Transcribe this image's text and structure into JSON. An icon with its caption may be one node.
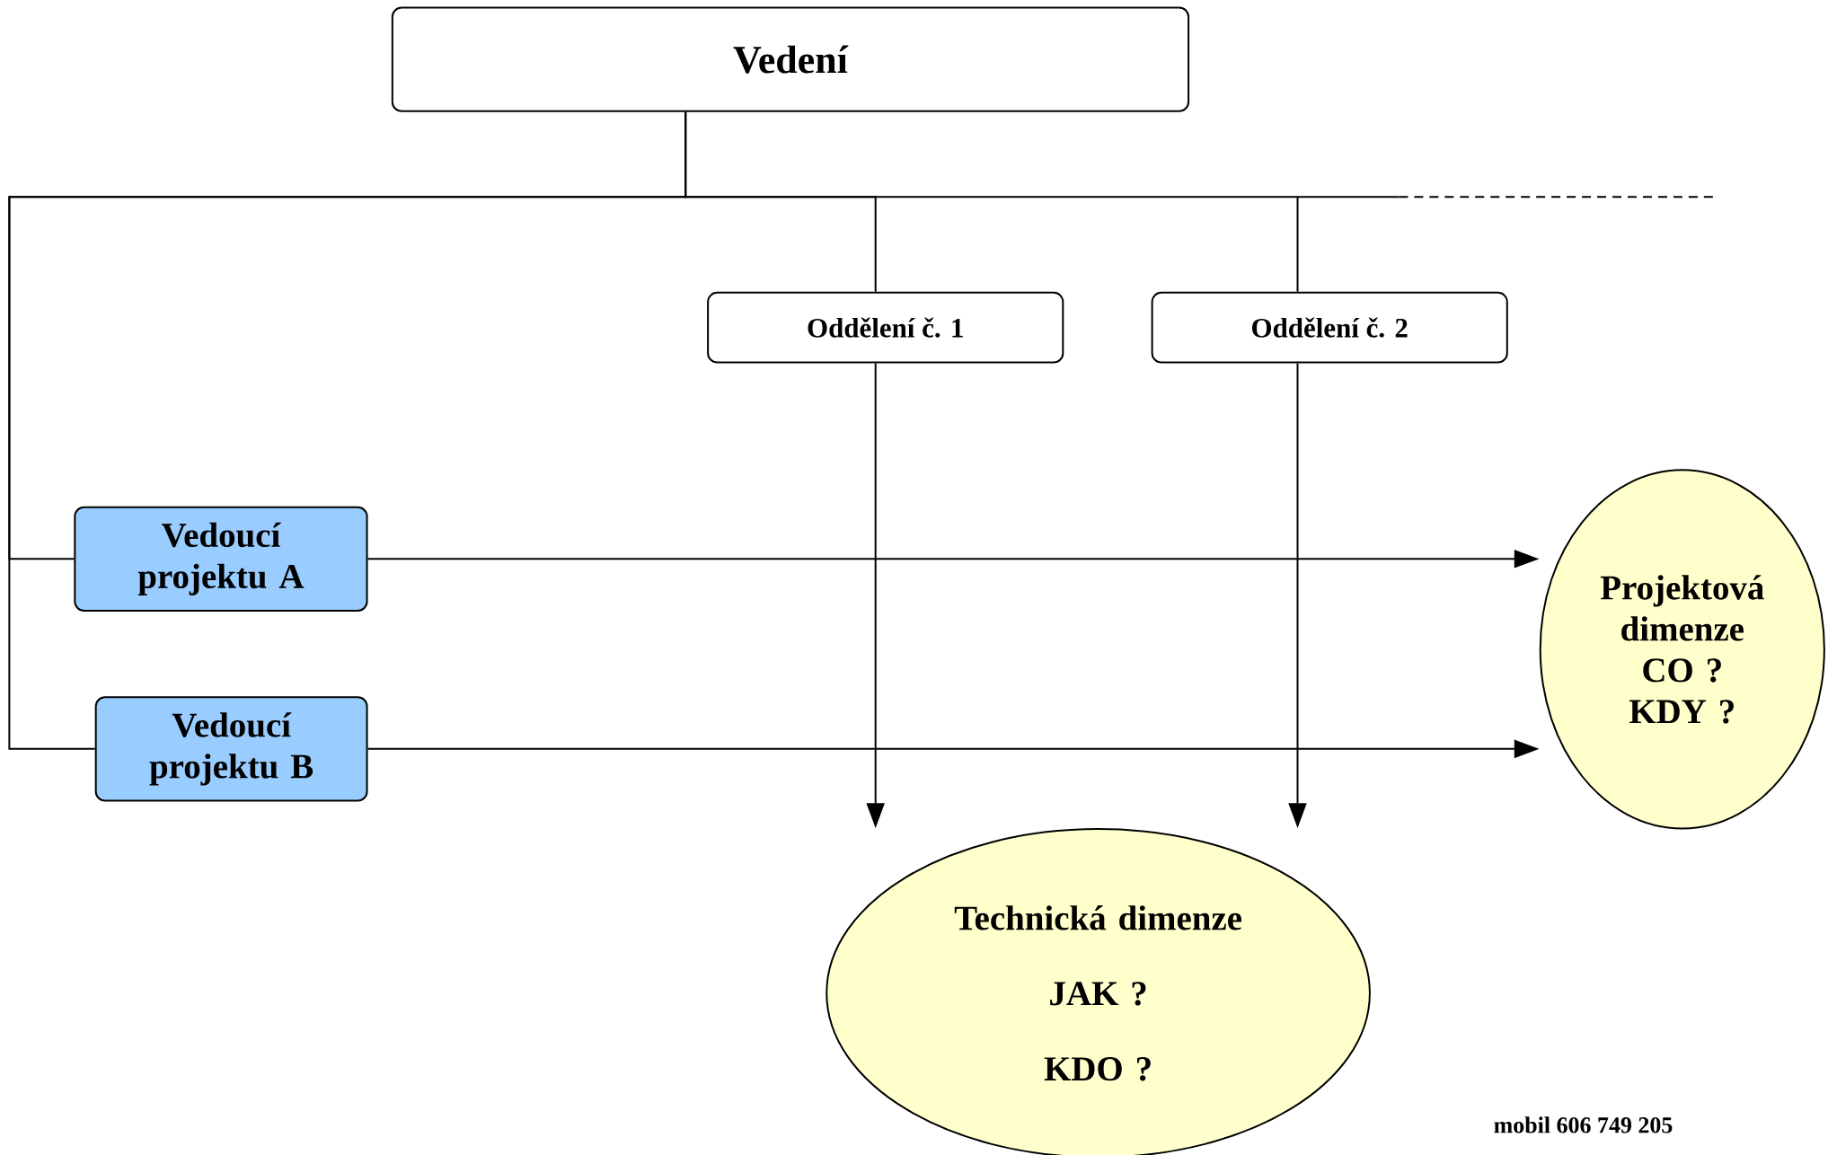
{
  "diagram": {
    "nodes": [
      {
        "text": [
          "Vedení"
        ]
      },
      {
        "text": [
          "Oddělení č. 1"
        ]
      },
      {
        "text": [
          "Oddělení č. 2"
        ]
      },
      {
        "text": [
          "Vedoucí projektu A"
        ]
      },
      {
        "text": [
          "Vedoucí projektu B"
        ]
      },
      {
        "text": [
          "Projektová dimenze",
          "CO ?",
          "KDY ?"
        ]
      },
      {
        "text": [
          "Technická dimenze",
          "JAK ?",
          "KDO ?"
        ]
      }
    ],
    "edges": [
      {
        "from": 0,
        "to": 1,
        "arrow": "none"
      },
      {
        "from": 0,
        "to": 2,
        "arrow": "none"
      },
      {
        "from": 0,
        "to": 3,
        "arrow": "none"
      },
      {
        "from": 0,
        "to": 4,
        "arrow": "none"
      },
      {
        "from": 3,
        "to": 5,
        "arrow": "to"
      },
      {
        "from": 4,
        "to": 5,
        "arrow": "to"
      },
      {
        "from": 1,
        "to": 6,
        "arrow": "to"
      },
      {
        "from": 2,
        "to": 6,
        "arrow": "to"
      }
    ],
    "labels": [
      "mobil 606 749 205"
    ]
  }
}
